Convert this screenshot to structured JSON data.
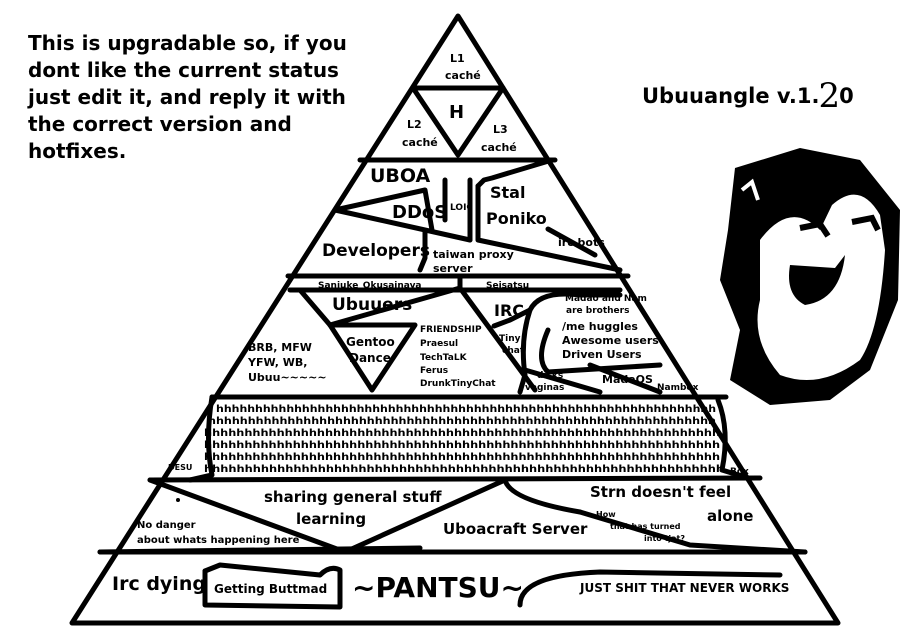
{
  "intro_text": "This is upgradable so, if you\ndont like the current status\njust edit it, and reply it with\nthe correct version and\nhotfixes.",
  "version": {
    "prefix": "Ubuuangle v.1.",
    "scribble": "2",
    "suffix": "0"
  },
  "pyramid": {
    "top": {
      "l1": [
        "L1",
        "caché"
      ],
      "h": "H",
      "l2": [
        "L2",
        "caché"
      ],
      "l3": [
        "L3",
        "caché"
      ]
    },
    "tier2": {
      "uboa": "UBOA",
      "ddos": "DDoS",
      "loic": "LOIC",
      "stal": [
        "Stal",
        "Poniko"
      ],
      "developers": "Developers",
      "taiwan": [
        "taiwan proxy",
        "server"
      ],
      "irc_bots": "irc bots"
    },
    "tier3": {
      "saniuke": "Saniuke_Okusainaya",
      "seisatsu": "Seisatsu",
      "ubuuers": "Ubuuers",
      "brb": [
        "BRB, MFW",
        "YFW, WB,",
        "Ubuu~~~~~"
      ],
      "gentoo": [
        "Gentoo",
        "Dance"
      ],
      "friendship": [
        "FRIENDSHIP",
        "Praesul",
        "TechTaLK",
        "Ferus",
        "DrunkTinyChat"
      ],
      "irc": "IRC",
      "tiny_chat": [
        "Tiny",
        "chat"
      ],
      "madao": [
        "Madao and Nam",
        "are brothers"
      ],
      "huggles": [
        "/me huggles",
        "Awesome users",
        "Driven Users"
      ],
      "dicks": [
        "dicks",
        "vaginas"
      ],
      "madaos": "MadaOS",
      "nambox": "Nambox"
    },
    "tier4": {
      "desu": "DESU",
      "h_rows": [
        "hhhhhhhhhhhhhhhhhhhhhhhhhhhhhhhhhhhhhhhhhhhhhhhhhhhhhhhhhhhhhhhh",
        "hhhhhhhhhhhhhhhhhhhhhhhhhhhhhhhhhhhhhhhhhhhhhhhhhhhhhhhhhhhhhhhh",
        "hhhhhhhhhhhhhhhhhhhhhhhhhhhhhhhhhhhhhhhhhhhhhhhhhhhhhhhhhhhhhhhh",
        "hhhhhhhhhhhhhhhhhhhhhhhhhhhhhhhhhhhhhhhhhhhhhhhhhhhhhhhhhhhhhhhh",
        "hhhhhhhhhhhhhhhhhhhhhhhhhhhhhhhhhhhhhhhhhhhhhhhhhhhhhhhhhhhhhhhh",
        "hhhhhhhhhhhhhhhhhhhhhhhhhhhhhhhhhhhhhhhhhhhhhhhhhhhhhhhhhhhhhhhh"
      ],
      "box": "Box"
    },
    "tier5": {
      "no_danger": [
        "No danger",
        "about whats happening here"
      ],
      "sharing": [
        "sharing general stuff",
        "learning"
      ],
      "uboacraft": "Uboacraft Server",
      "strn": [
        "Strn doesn't feel",
        "alone"
      ],
      "how": [
        "How",
        "that has turned",
        "into tjat?"
      ]
    },
    "tier6": {
      "irc_dying": "Irc dying",
      "buttmad": "Getting Buttmad",
      "pantsu": "~PANTSU~",
      "never_works": "JUST SHIT THAT NEVER WORKS"
    }
  },
  "face_icon": "pixel-face-icon"
}
